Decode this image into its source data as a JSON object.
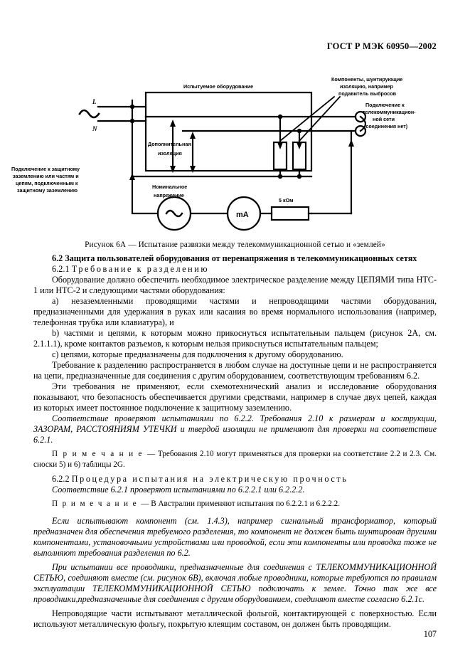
{
  "header": {
    "standard": "ГОСТ Р МЭК 60950—2002"
  },
  "figure": {
    "labels": {
      "eut": "Испытуемое оборудование",
      "shunt_components": [
        "Компоненты, шунтирующие",
        "изоляцию, например",
        "подавитель выбросов"
      ],
      "telecom_connection": [
        "Подключение к",
        "телекоммуникацион-",
        "ной сети",
        "(соединения нет)"
      ],
      "earth_connection": [
        "Подключение к защитному",
        "заземлению или частям и",
        "цепям, подключенным к",
        "защитному заземлению"
      ],
      "supplementary_insulation": [
        "Дополнительная",
        "изоляция"
      ],
      "rated_voltage": [
        "Номинальное",
        "напряжение"
      ],
      "line": "L",
      "neutral": "N",
      "meter": "mA",
      "resistor": "5 кОм"
    },
    "caption": "Рисунок 6А — Испытание развязки между телекоммуникационной сетью и «землей»"
  },
  "content": {
    "section_6_2_title": "6.2 Защита пользователей оборудования от перенапряжения в телекоммуникационных сетях",
    "section_6_2_1_num": "6.2.1 ",
    "section_6_2_1_title": "Требование к разделению",
    "p_requirement_intro": "Оборудование должно обеспечить необходимое электрическое разделение между ЦЕПЯМИ типа HTC-1 или HTC-2 и следующими частями оборудования:",
    "item_a": "a) незаземленными проводящими частями и непроводящими частями оборудования, предназначенными для удержания в руках или касания во время нормального использования (например, телефонная трубка или клавиатура), и",
    "item_b": "b) частями и цепями, к которым можно прикоснуться испытательным пальцем (рисунок 2А, см. 2.1.1.1), кроме контактов разъемов, к которым нельзя прикоснуться испытательным пальцем;",
    "item_c": "c) цепями, которые предназначены для подключения к другому оборудованию.",
    "p_scope": "Требование к разделению распространяется в любом случае на доступные цепи и не распространяется на цепи, предназначенные для соединения с другим оборудованием, соответствующим требованиям 6.2.",
    "p_exception": "Эти требования не применяют, если схемотехнический анализ и исследование оборудования показывают, что безопасность обеспечивается другими средствами, например в случае двух цепей, каждая из которых имеет постоянное подключение к защитному заземлению.",
    "p_conformity_1": "Соответствие проверяют испытаниями по 6.2.2. Требования 2.10 к размерам и кострукции, ЗАЗОРАМ, РАССТОЯНИЯМ УТЕЧКИ и твердой изоляции не применяют для проверки на соответствие 6.2.1.",
    "note_1_label": "П р и м е ч а н и е ",
    "note_1_text": "— Требования 2.10 могут применяться для проверки на соответствие 2.2 и 2.3. См. сноски 5) и 6) таблицы 2G.",
    "section_6_2_2_num": "6.2.2 ",
    "section_6_2_2_title": "Процедура испытания на электрическую прочность",
    "p_conformity_2": "Соответствие 6.2.1 проверяют испытаниями по 6.2.2.1 или 6.2.2.2.",
    "note_2_label": "П р и м е ч а н и е ",
    "note_2_text": "— В Австралии применяют испытания по 6.2.2.1 и 6.2.2.2.",
    "p_component": "Если испытывают компонент (см. 1.4.3), например сигнальный трансформатор, который предназначен для обеспечения требуемого разделения, то компонент не должен быть шунтирован другими компонентами, установочными устройствами или проводкой, если эти компоненты или проводка тоже не выполняют требования разделения по 6.2.",
    "p_conductors": "При испытании все проводники, предназначенные  для соединения с ТЕЛЕКОММУНИКАЦИОННОЙ СЕТЬЮ, соединяют вместе (см. рисунок 6В), включая любые проводники, которые требуются по правилам эксплуатации ТЕЛЕКОММУНИКАЦИОННОЙ СЕТЬЮ подключать к земле. Точно так же все проводники,предназначенные для соединения с другим оборудованием, соединяют вместе согласно 6.2.1c.",
    "p_foil": "Непроводящие части испытывают металлической фольгой, контактирующей с поверхностью. Если используют металлическую фольгу, покрытую клеящим составом, он должен быть проводящим."
  },
  "footer": {
    "page_number": "107"
  }
}
